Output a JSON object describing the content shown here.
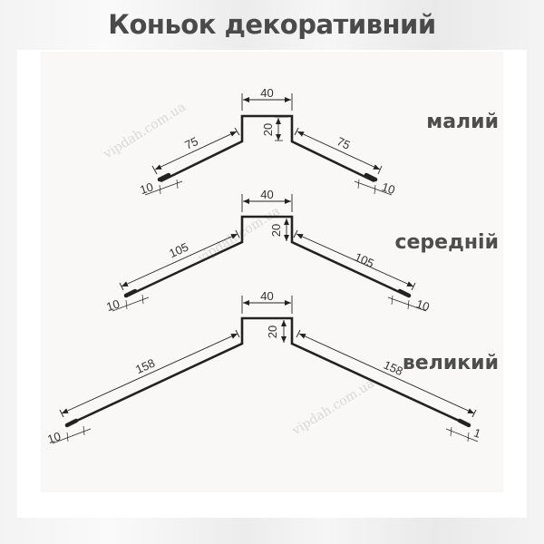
{
  "title": "Коньок декоративний",
  "watermark": "vipdah.com.ua",
  "colors": {
    "background": "#f0f0f0",
    "card": "#ffffff",
    "panel": "#f9f8f7",
    "profile_line": "#222222",
    "text": "#4a4a4a"
  },
  "profiles": [
    {
      "size_label": "малий",
      "top_width": "40",
      "height": "20",
      "left_leg": "75",
      "right_leg": "75",
      "left_hem": "10",
      "right_hem": "10"
    },
    {
      "size_label": "середній",
      "top_width": "40",
      "height": "20",
      "left_leg": "105",
      "right_leg": "105",
      "left_hem": "10",
      "right_hem": "10"
    },
    {
      "size_label": "великий",
      "top_width": "40",
      "height": "20",
      "left_leg": "158",
      "right_leg": "158",
      "left_hem": "10",
      "right_hem": "1"
    }
  ]
}
